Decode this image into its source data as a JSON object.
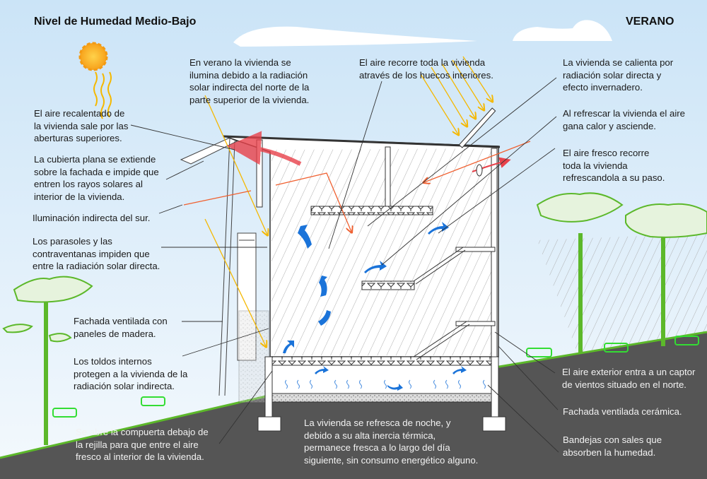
{
  "header": {
    "title": "Nivel de Humedad Medio-Bajo",
    "season": "VERANO"
  },
  "colors": {
    "sky_top": "#cfe6f8",
    "sky_bottom": "#f2f8fd",
    "ground": "#555555",
    "grass": "#5cb82a",
    "sun": "#f9a51a",
    "solar_ray": "#f5b800",
    "warm_air": "#e8414a",
    "cool_air": "#1a73d9",
    "indirect_light": "#f06030"
  },
  "annotations": [
    {
      "id": "indirect-north-light",
      "text": "En verano la vivienda se\nilumina debido a la radiación\nsolar indirecta del norte de la\nparte superior de la vivienda."
    },
    {
      "id": "air-through-voids",
      "text": "El aire recorre toda la vivienda\natravés de los huecos interiores."
    },
    {
      "id": "greenhouse-heating",
      "text": "La vivienda se calienta por\nradiación solar directa y\nefecto invernadero."
    },
    {
      "id": "hot-air-exits",
      "text": "El aire recalentado de\nla vivienda sale por las\naberturas superiores."
    },
    {
      "id": "flat-roof",
      "text": "La cubierta plana se extiende\nsobre la fachada e impide que\nentren los rayos solares al\ninterior de la vivienda."
    },
    {
      "id": "south-indirect",
      "text": "Iluminación indirecta del sur."
    },
    {
      "id": "sunshades",
      "text": "Los parasoles y las\ncontraventanas impiden que\nentre la radiación solar directa."
    },
    {
      "id": "wood-facade",
      "text": "Fachada ventilada con\npaneles de madera."
    },
    {
      "id": "internal-awnings",
      "text": "Los toldos internos\nprotegen a la vivienda de la\nradiación solar indirecta."
    },
    {
      "id": "air-rises",
      "text": "Al refrescar la vivienda el aire\ngana calor y asciende."
    },
    {
      "id": "fresh-air-path",
      "text": "El aire fresco recorre\ntoda la vivienda\nrefrescandola a su paso."
    },
    {
      "id": "wind-catcher",
      "text": "El aire exterior entra a un captor\nde vientos situado en el norte."
    },
    {
      "id": "ceramic-facade",
      "text": "Fachada ventilada cerámica."
    },
    {
      "id": "salt-trays",
      "text": "Bandejas con sales que\nabsorben la humedad."
    },
    {
      "id": "grille-hatch",
      "text": "Se abre la compuerta debajo de\nla rejilla para que entre el aire\nfresco al interior de la vivienda."
    },
    {
      "id": "night-cooling",
      "text": "La vivienda se refresca de noche, y\ndebido a su alta inercia térmica,\npermanece fresca a lo largo del día\nsiguiente, sin consumo energético alguno."
    }
  ]
}
